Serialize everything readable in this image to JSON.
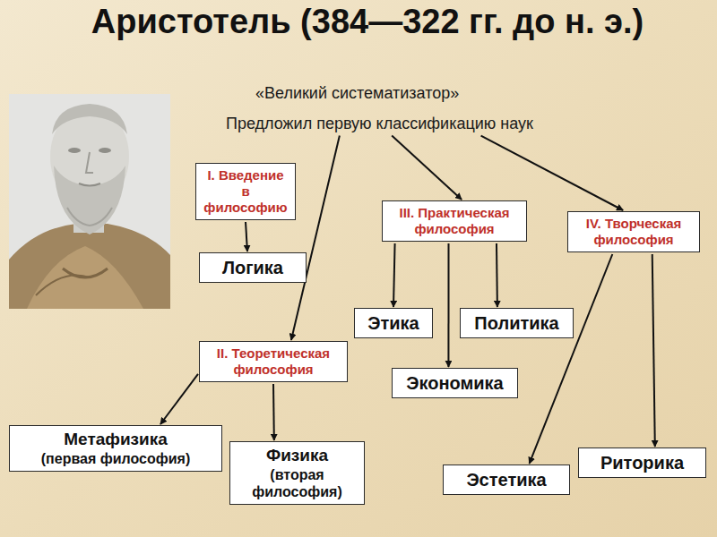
{
  "diagram": {
    "title": "Аристотель (384—322 гг. до н. э.)",
    "nodes": [
      {
        "text": [
          "Предложил первую классификацию наук"
        ]
      },
      {
        "text": [
          "I. Введение в философию"
        ]
      },
      {
        "text": [
          "Логика"
        ]
      },
      {
        "text": [
          "III. Практическая философия"
        ]
      },
      {
        "text": [
          "IV. Творческая философия"
        ]
      },
      {
        "text": [
          "Этика"
        ]
      },
      {
        "text": [
          "Политика"
        ]
      },
      {
        "text": [
          "II. Теоретическая философия"
        ]
      },
      {
        "text": [
          "Экономика"
        ]
      },
      {
        "text": [
          "Метафизика",
          "(первая философия)"
        ]
      },
      {
        "text": [
          "Физика",
          "(вторая философия)"
        ]
      },
      {
        "text": [
          "Эстетика"
        ]
      },
      {
        "text": [
          "Риторика"
        ]
      }
    ],
    "edges": [
      {
        "from": 0,
        "to": 3,
        "arrow": "to"
      },
      {
        "from": 0,
        "to": 4,
        "arrow": "to"
      },
      {
        "from": 0,
        "to": 7,
        "arrow": "to"
      },
      {
        "from": 1,
        "to": 2,
        "arrow": "to"
      },
      {
        "from": 3,
        "to": 5,
        "arrow": "to"
      },
      {
        "from": 3,
        "to": 6,
        "arrow": "to"
      },
      {
        "from": 3,
        "to": 8,
        "arrow": "to"
      },
      {
        "from": 7,
        "to": 9,
        "arrow": "to"
      },
      {
        "from": 7,
        "to": 10,
        "arrow": "to"
      },
      {
        "from": 4,
        "to": 11,
        "arrow": "to"
      },
      {
        "from": 4,
        "to": 12,
        "arrow": "to"
      }
    ],
    "labels": [
      "«Великий систематизатор»"
    ]
  }
}
